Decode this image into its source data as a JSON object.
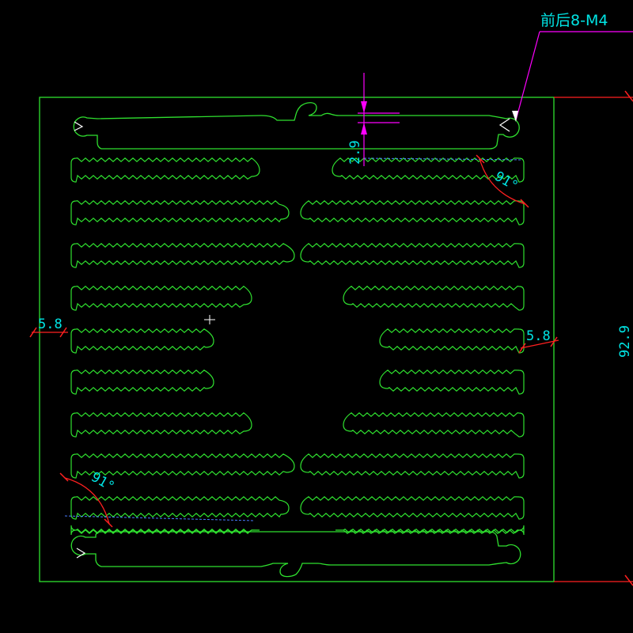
{
  "colors": {
    "background": "#000000",
    "profile": "#2fe02f",
    "dimension_text": "#00e5e5",
    "dimension_line": "#ff2020",
    "leader": "#ff00ff",
    "center_mark": "#4a7cff"
  },
  "drawing": {
    "callout_holes": "前后8-M4",
    "dim_left_wall": "5.8",
    "dim_right_wall": "5.8",
    "dim_height": "92.9",
    "dim_slot_depth": "2.9",
    "angle_top_right": "91°",
    "angle_bottom_left": "91°",
    "fin_rows": 10
  }
}
